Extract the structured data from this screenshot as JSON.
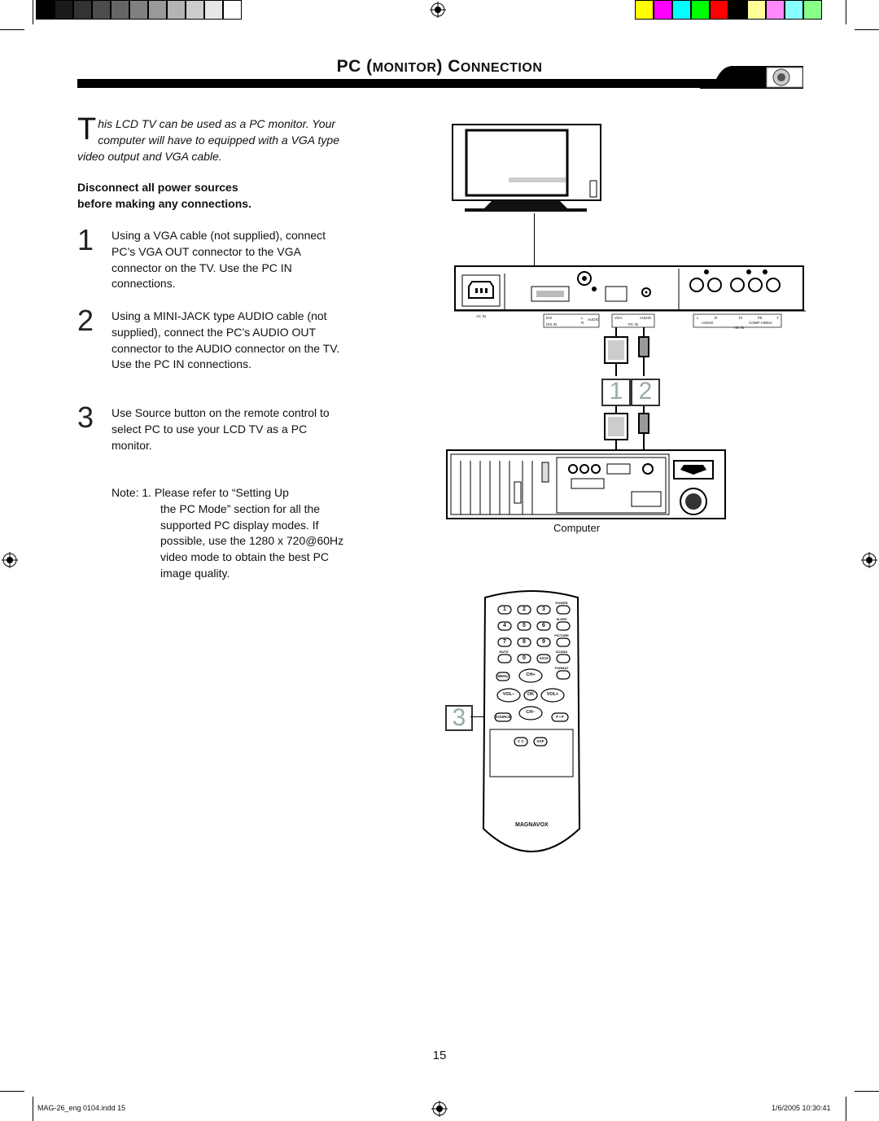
{
  "page": {
    "title_main": "PC (",
    "title_small_1": "MONITOR",
    "title_end": ") C",
    "title_small_2": "ONNECTION",
    "page_number": "15"
  },
  "intro": {
    "dropcap": "T",
    "text": "his LCD TV can be used as a PC monitor. Your computer will have to equipped with a VGA type video output and VGA cable."
  },
  "warning": {
    "line1": "Disconnect all power sources",
    "line2": "before making any connections."
  },
  "steps": [
    {
      "num": "1",
      "text": "Using a VGA cable (not supplied), connect PC’s VGA OUT connector to the VGA connector on the TV. Use the PC IN connections."
    },
    {
      "num": "2",
      "text": "Using a MINI-JACK type AUDIO cable (not supplied), connect the PC’s AUDIO OUT connector to the AUDIO connector on the TV. Use the PC IN connections."
    },
    {
      "num": "3",
      "text": "Use Source button on the remote control to select PC to use your LCD TV as a PC monitor."
    }
  ],
  "note": {
    "first": "Note: 1. Please refer to “Setting Up",
    "rest": "the PC Mode” section for all the supported PC display modes. If possible, use the 1280 x 720@60Hz video mode to obtain the best PC image quality."
  },
  "diagram": {
    "computer_label": "Computer",
    "callout_1": "1",
    "callout_2": "2",
    "callout_3": "3",
    "tv_labels": {
      "ac_in": "AC IN",
      "dvi": "DVI",
      "dvi_in": "DVI IN",
      "l": "L",
      "r": "R",
      "audio": "AUDIO",
      "vga": "VGA",
      "audio2": "AUDIO",
      "pc_in": "PC IN",
      "l2": "L",
      "audio3": "AUDIO",
      "r2": "R",
      "pr": "Pr",
      "pb": "Pb",
      "y": "Y",
      "comp_video": "COMP VIDEO",
      "hd_in": "HD IN"
    }
  },
  "remote": {
    "brand": "MAGNAVOX",
    "power": "POWER",
    "sleep": "SLEEP",
    "picture": "PICTURE",
    "mute": "MUTE",
    "sound": "SOUND",
    "format": "FORMAT",
    "menu": "MENU",
    "ch_up": "CH+",
    "ch_down": "CH−",
    "vol_down": "VOL−",
    "vol_up": "VOL+",
    "ok": "OK",
    "source": "SOURCE",
    "pip": "P I P",
    "cc": "C C",
    "sap": "SAP",
    "ach": "A/CH",
    "digits": [
      "1",
      "2",
      "3",
      "4",
      "5",
      "6",
      "7",
      "8",
      "9",
      "0"
    ]
  },
  "footer": {
    "file": "MAG-26_eng 0104.indd   15",
    "date": "1/6/2005   10:30:41"
  },
  "colors": {
    "gray_bars": [
      "#000000",
      "#1a1a1a",
      "#333333",
      "#4d4d4d",
      "#666666",
      "#808080",
      "#999999",
      "#b3b3b3",
      "#cccccc",
      "#e6e6e6",
      "#ffffff"
    ],
    "color_bars": [
      "#ffff00",
      "#ff00ff",
      "#00ffff",
      "#00ff00",
      "#ff0000",
      "#000000",
      "#ffff99",
      "#ff88ff",
      "#88ffff",
      "#88ff88"
    ]
  }
}
